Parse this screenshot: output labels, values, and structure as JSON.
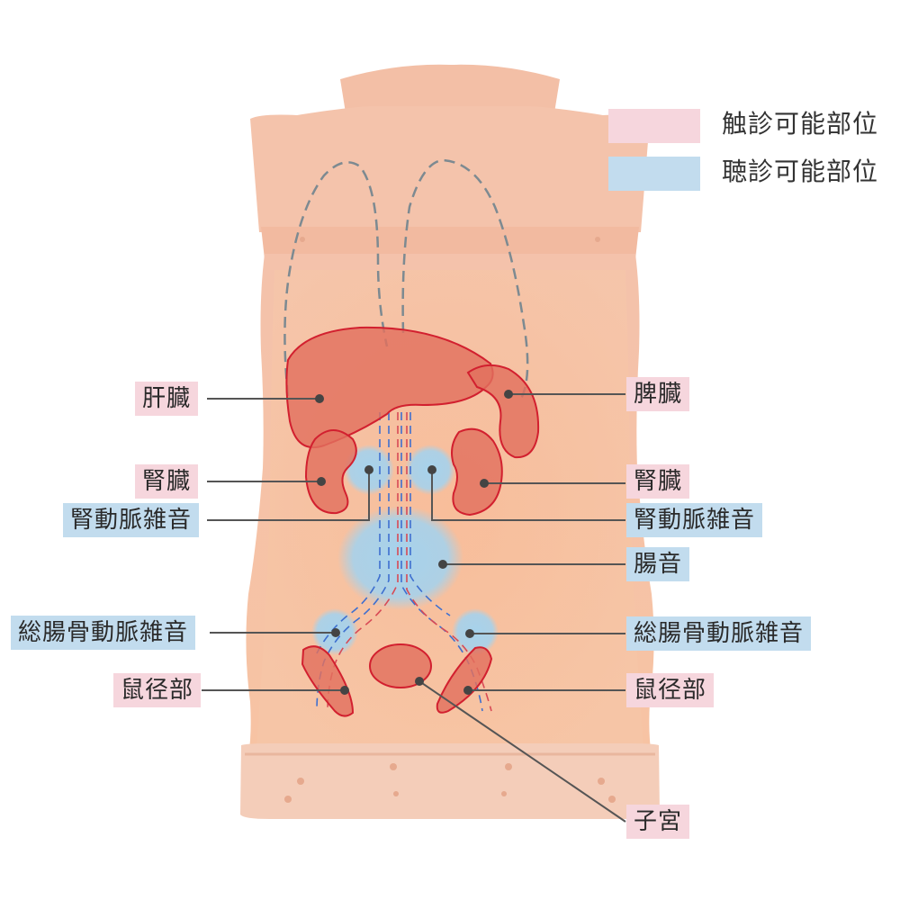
{
  "legend": {
    "palpation": {
      "label": "触診可能部位",
      "color": "#f6d6dd"
    },
    "auscultation": {
      "label": "聴診可能部位",
      "color": "#c2dcee"
    }
  },
  "colors": {
    "skin": "#f7c4a4",
    "skin_light": "#f5c9b1",
    "organ_fill": "#e2705e",
    "organ_stroke": "#d2202f",
    "auscultation_zone": "#a9d3ea",
    "leader_line": "#555555"
  },
  "labels": {
    "liver": "肝臓",
    "spleen": "脾臓",
    "kidney_left": "腎臓",
    "kidney_right": "腎臓",
    "renal_bruit_left": "腎動脈雑音",
    "renal_bruit_right": "腎動脈雑音",
    "bowel_sounds": "腸音",
    "iliac_bruit_left": "総腸骨動脈雑音",
    "iliac_bruit_right": "総腸骨動脈雑音",
    "inguinal_left": "鼠径部",
    "inguinal_right": "鼠径部",
    "uterus": "子宮"
  }
}
